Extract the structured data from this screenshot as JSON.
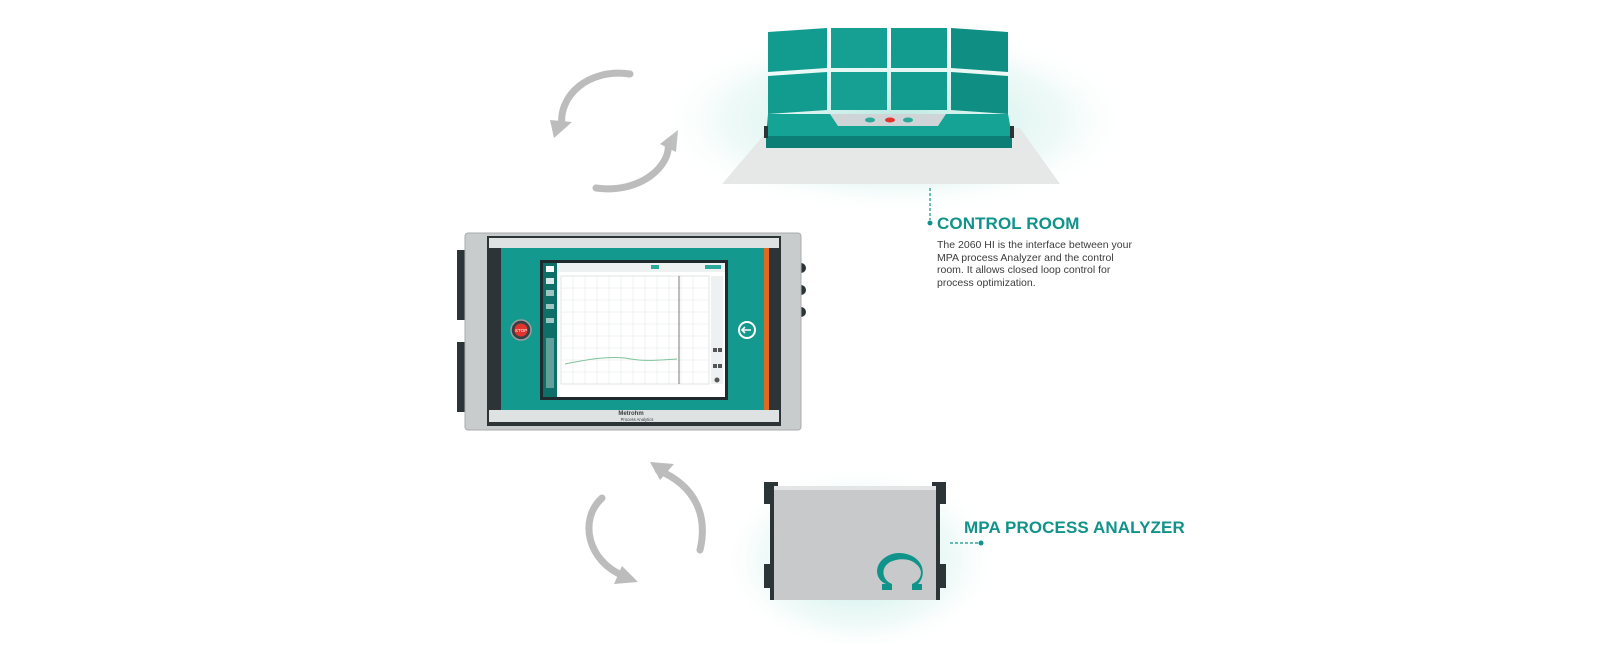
{
  "control_room": {
    "heading": "CONTROL ROOM",
    "description_lines": [
      "The 2060 HI is the interface between your",
      "MPA process Analyzer and the control",
      "room. It allows closed loop control for",
      "process optimization."
    ]
  },
  "analyzer": {
    "heading": "MPA PROCESS ANALYZER"
  },
  "terminal": {
    "stop_label": "STOP",
    "brand_label": "Metrohm",
    "brand_sub": "Process Analytics"
  },
  "colors": {
    "brand_teal": "#10938a",
    "arrow_gray": "#bcbcbc",
    "panel_teal": "#14998f"
  },
  "icons": [
    "cycle-arrow-icon",
    "home-icon",
    "power-icon",
    "omega-logo-icon"
  ]
}
